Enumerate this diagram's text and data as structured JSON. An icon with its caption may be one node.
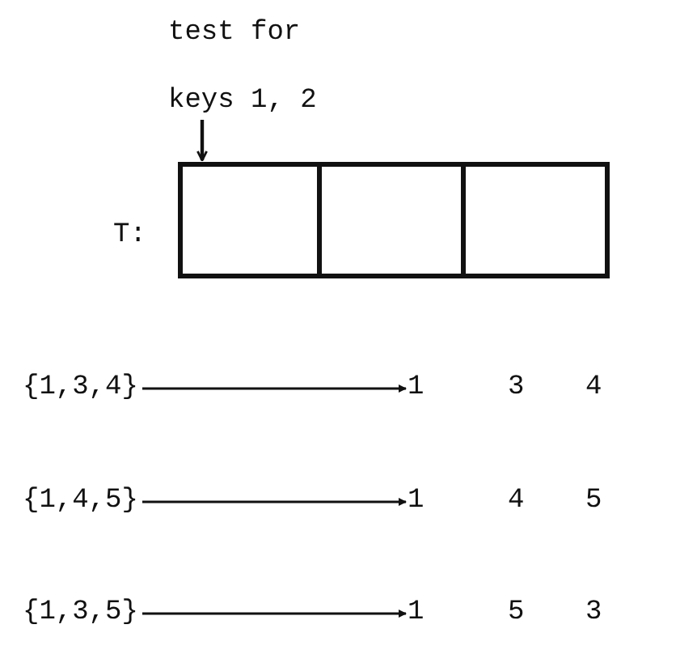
{
  "diagram": {
    "nodes": [
      {
        "text": [
          "test for keys 1, 2"
        ]
      },
      {
        "text": [],
        "shape": "box"
      },
      {
        "text": [],
        "shape": "box"
      },
      {
        "text": [],
        "shape": "box"
      },
      {
        "text": [
          "{1,3,4}"
        ]
      },
      {
        "text": [
          "1",
          "3",
          "4"
        ]
      },
      {
        "text": [
          "{1,4,5}"
        ]
      },
      {
        "text": [
          "1",
          "4",
          "5"
        ]
      },
      {
        "text": [
          "{1,3,5}"
        ]
      },
      {
        "text": [
          "1",
          "5",
          "3"
        ]
      }
    ],
    "edges": [
      {
        "from": 0,
        "to": 1,
        "arrow": "to"
      },
      {
        "from": 4,
        "to": 5,
        "arrow": "to"
      },
      {
        "from": 6,
        "to": 7,
        "arrow": "to"
      },
      {
        "from": 8,
        "to": 9,
        "arrow": "to"
      }
    ],
    "labels": [
      "T:"
    ]
  }
}
